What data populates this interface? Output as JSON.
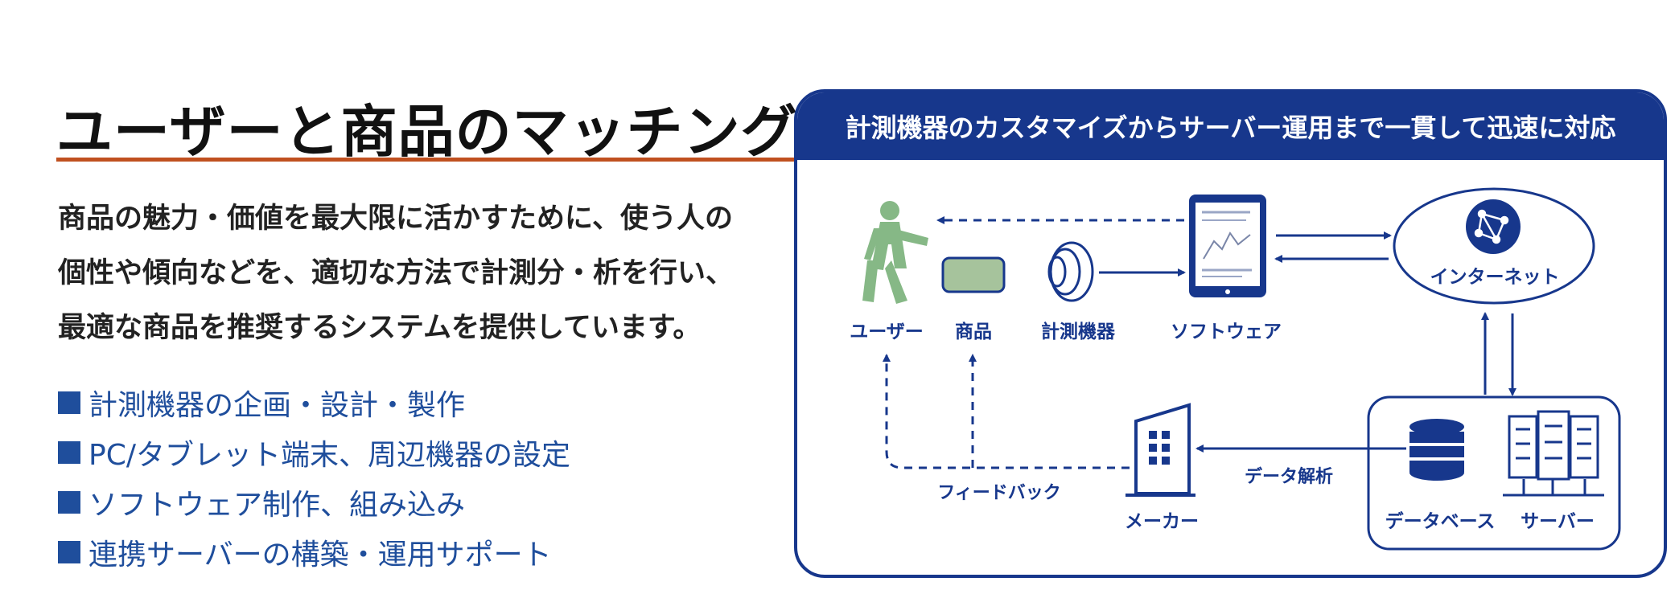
{
  "left": {
    "title": "ユーザーと商品のマッチング",
    "description_lines": [
      "商品の魅力・価値を最大限に活かすために、使う人の",
      "個性や傾向などを、適切な方法で計測分・析を行い、",
      "最適な商品を推奨するシステムを提供しています。"
    ],
    "services": [
      "計測機器の企画・設計・製作",
      "PC/タブレット端末、周辺機器の設定",
      "ソフトウェア制作、組み込み",
      "連携サーバーの構築・運用サポート"
    ]
  },
  "diagram": {
    "header": "計測機器のカスタマイズからサーバー運用まで一貫して迅速に対応",
    "labels": {
      "user": "ユーザー",
      "product": "商品",
      "measuring_device": "計測機器",
      "software": "ソフトウェア",
      "internet": "インターネット",
      "maker": "メーカー",
      "database": "データベース",
      "server": "サーバー",
      "data_analysis": "データ解析",
      "feedback": "フィードバック"
    }
  },
  "colors": {
    "navy": "#17378c",
    "title_rule": "#c0501f",
    "list_blue": "#1f4e9c",
    "user_green": "#86b886",
    "product_green": "#a6c39c"
  }
}
